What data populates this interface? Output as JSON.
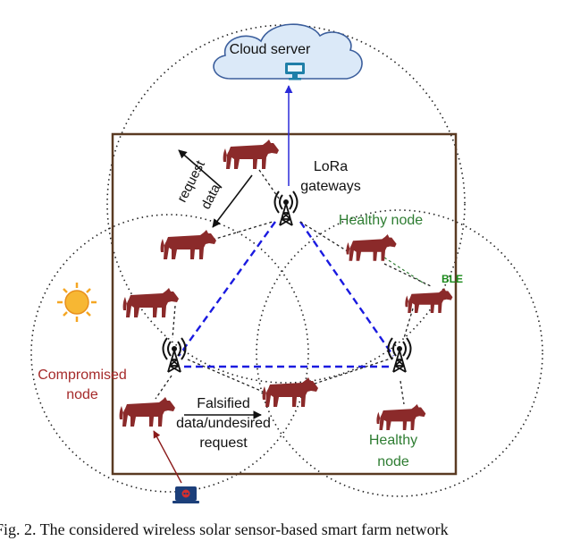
{
  "labels": {
    "cloud_server": "Cloud server",
    "lora_line1": "LoRa",
    "lora_line2": "gateways",
    "request": "request",
    "data": "data",
    "healthy_node_top": "Healthy node",
    "ble": "BLE",
    "compromised_line1": "Compromised",
    "compromised_line2": "node",
    "falsified_line1": "Falsified",
    "falsified_line2": "data/undesired",
    "falsified_line3": "request",
    "healthy_bottom_line1": "Healthy",
    "healthy_bottom_line2": "node"
  },
  "caption": "Fig. 2. The considered wireless solar sensor-based smart farm network",
  "colors": {
    "cow": "#8b2a2a",
    "compromised_text": "#a52a2a",
    "healthy_text": "#2e7d32",
    "ble_text": "#1b8a1b",
    "uplink": "#2a2ad8",
    "mesh": "#1a1ae0",
    "cloud_fill": "#dbe9f8",
    "cloud_stroke": "#3b5e9c",
    "monitor": "#1f7fa8",
    "field_border": "#5a3a22",
    "sun": "#f5a623",
    "attacker_laptop": "#1c3f7a",
    "attacker_arrow": "#8b1a1a"
  },
  "icons": [
    "cloud-icon",
    "monitor-icon",
    "antenna-icon",
    "cow-icon",
    "sun-icon",
    "hacker-laptop-icon"
  ]
}
